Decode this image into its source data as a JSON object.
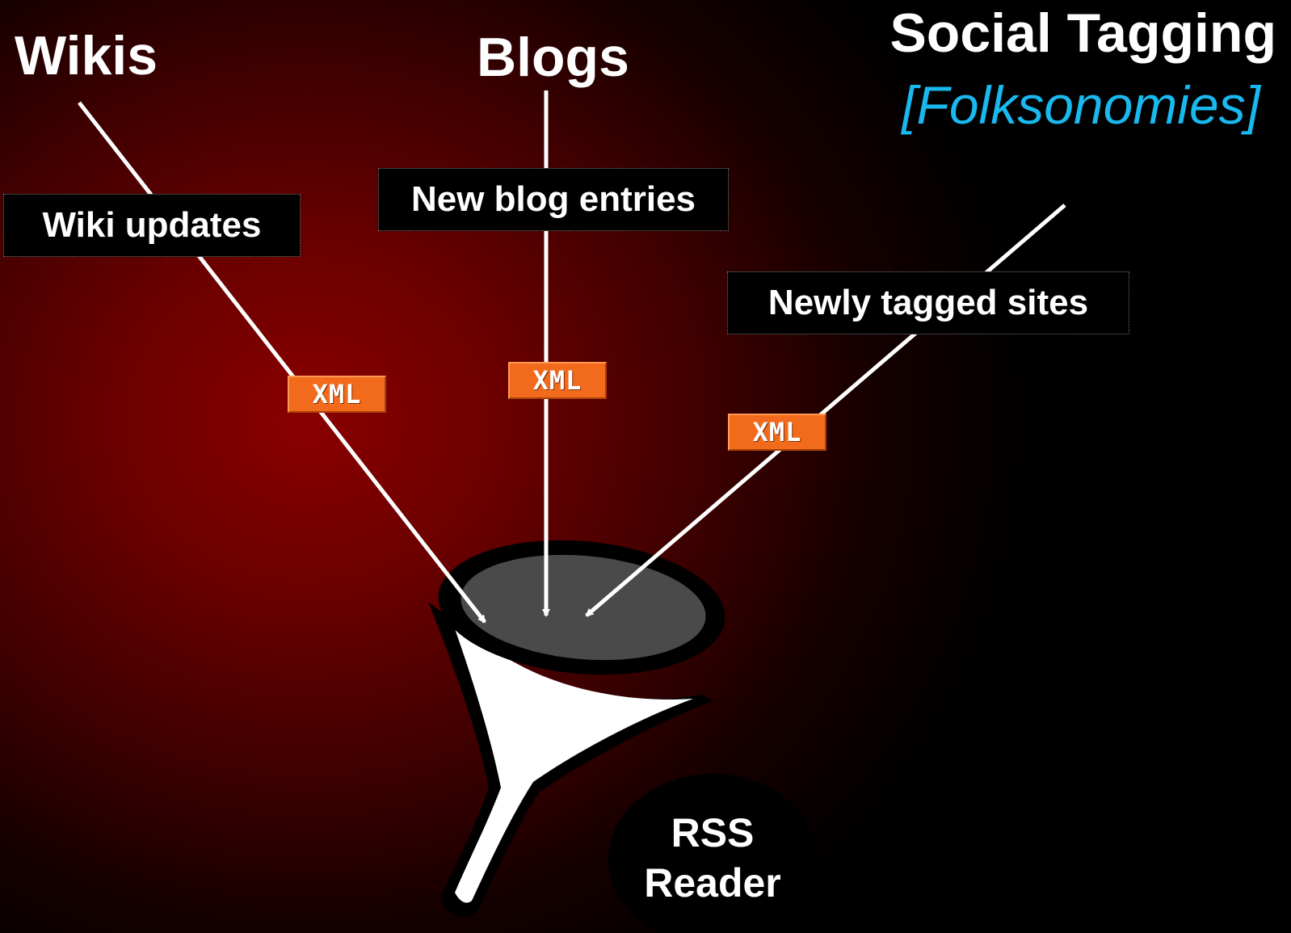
{
  "sources": {
    "wikis": {
      "title": "Wikis",
      "feed_label": "Wiki updates",
      "badge": "XML"
    },
    "blogs": {
      "title": "Blogs",
      "feed_label": "New blog entries",
      "badge": "XML"
    },
    "social_tagging": {
      "title": "Social Tagging",
      "subtitle": "[Folksonomies]",
      "feed_label": "Newly tagged sites",
      "badge": "XML"
    }
  },
  "reader": {
    "line1": "RSS",
    "line2": "Reader"
  },
  "colors": {
    "background_center": "#8a0000",
    "background_edge": "#000000",
    "subtitle": "#19b8ee",
    "badge": "#f26a1b",
    "funnel_mouth": "#4a4a4a",
    "funnel_body": "#ffffff"
  }
}
